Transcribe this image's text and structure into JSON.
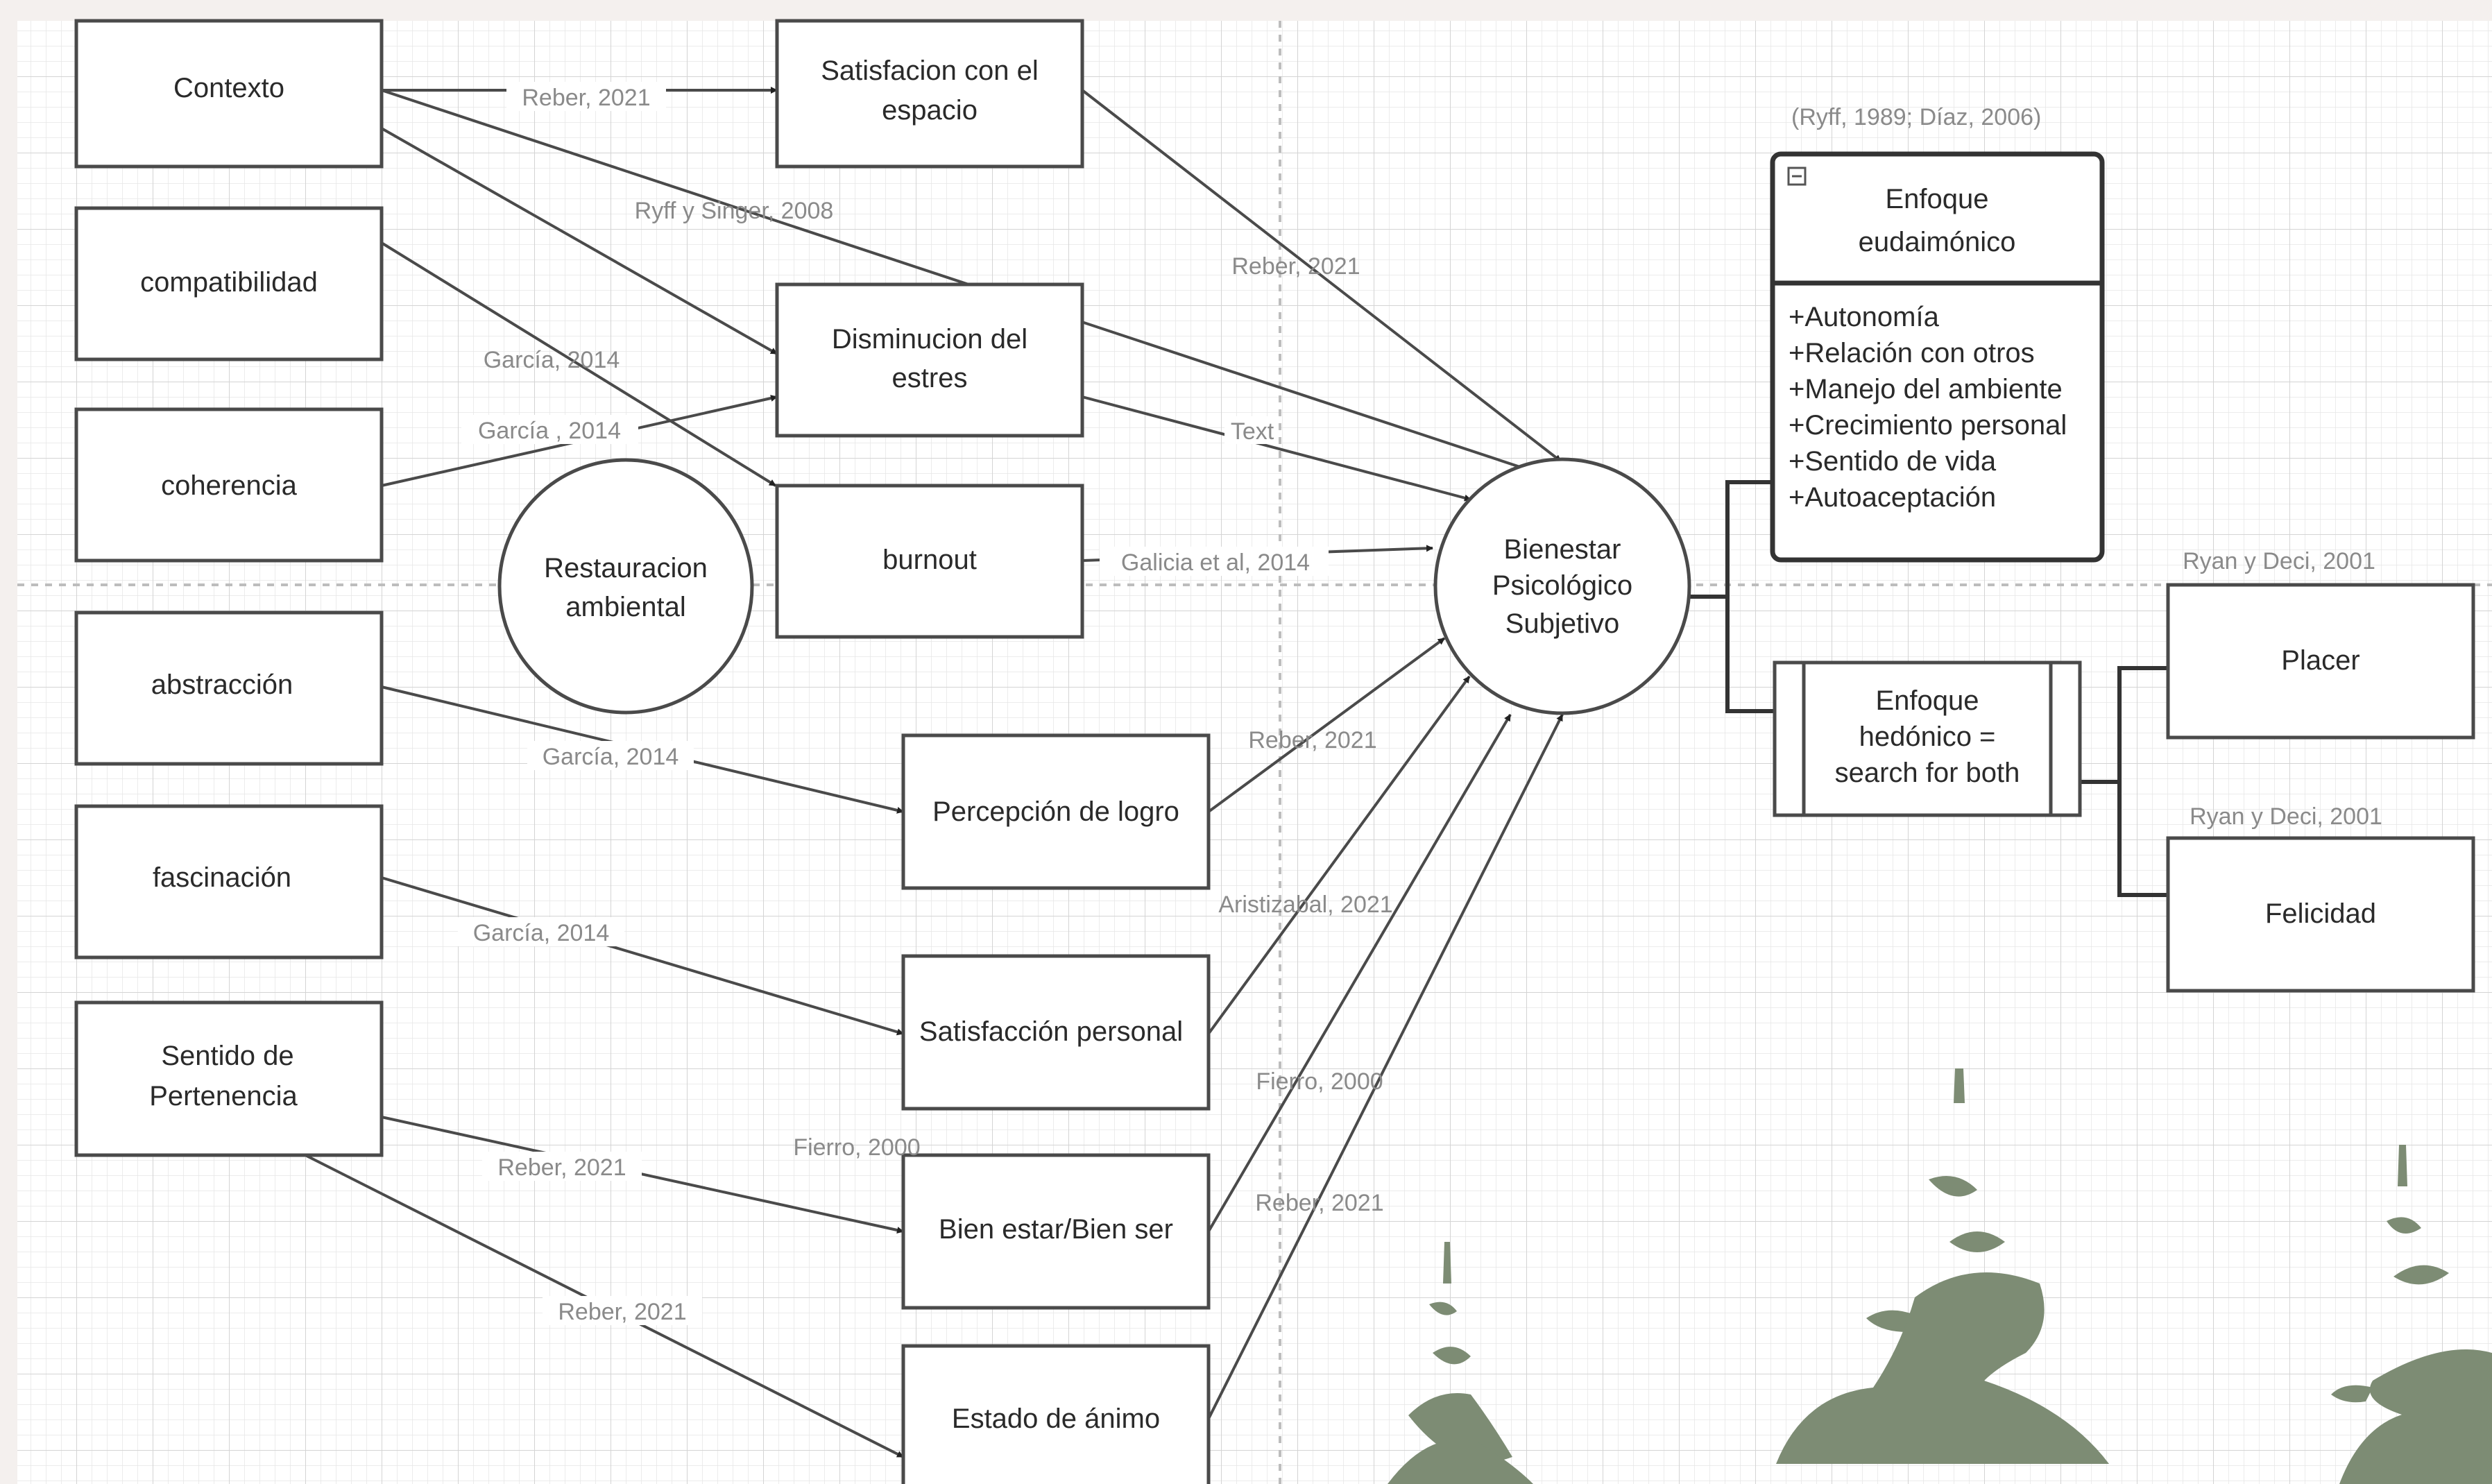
{
  "nodes": {
    "contexto": "Contexto",
    "compatibilidad": "compatibilidad",
    "coherencia": "coherencia",
    "abstraccion": "abstracción",
    "fascinacion": "fascinación",
    "pertenencia_1": "Sentido de",
    "pertenencia_2": "Pertenencia",
    "satisfacion_1": "Satisfacion con el",
    "satisfacion_2": "espacio",
    "disminucion_1": "Disminucion del",
    "disminucion_2": "estres",
    "burnout": "burnout",
    "restauracion_1": "Restauracion",
    "restauracion_2": "ambiental",
    "logro": "Percepción de logro",
    "satisfaccion_personal": "Satisfacción personal",
    "bienestar_ser": "Bien estar/Bien ser",
    "animo": "Estado de ánimo",
    "bienestar_1": "Bienestar",
    "bienestar_2": "Psicológico",
    "bienestar_3": "Subjetivo",
    "eudaimonico_1": "Enfoque",
    "eudaimonico_2": "eudaimónico",
    "hedonico_1": "Enfoque",
    "hedonico_2": "hedónico =",
    "hedonico_3": "search for both",
    "placer": "Placer",
    "felicidad": "Felicidad"
  },
  "eudaimonic_items": [
    "+Autonomía",
    "+Relación con otros",
    "+Manejo del ambiente",
    "+Crecimiento personal",
    "+Sentido de vida",
    "+Autoaceptación"
  ],
  "eudaimonic_citation": "(Ryff, 1989; Díaz, 2006)",
  "edge_labels": {
    "reber_contexto": "Reber, 2021",
    "ryff_singer": "Ryff y Singer, 2008",
    "reber_satisfacion": "Reber, 2021",
    "garcia_compat": "García, 2014",
    "garcia_coher": "García , 2014",
    "text": "Text",
    "galicia": "Galicia et al, 2014",
    "garcia_abstr": "García, 2014",
    "reber_logro": "Reber, 2021",
    "aristizabal": "Aristizabal, 2021",
    "garcia_fasc": "García, 2014",
    "fierro_1": "Fierro, 2000",
    "fierro_2": "Fierro, 2000",
    "reber_pert1": "Reber, 2021",
    "reber_animo": "Reber, 2021",
    "reber_pert2": "Reber, 2021",
    "ryan_deci_1": "Ryan y Deci, 2001",
    "ryan_deci_2": "Ryan y Deci, 2001"
  },
  "colors": {
    "background": "#f4f0ee",
    "grid": "#d9d9d9",
    "stroke": "#4a4a4a",
    "tree": "#7d8c74"
  }
}
